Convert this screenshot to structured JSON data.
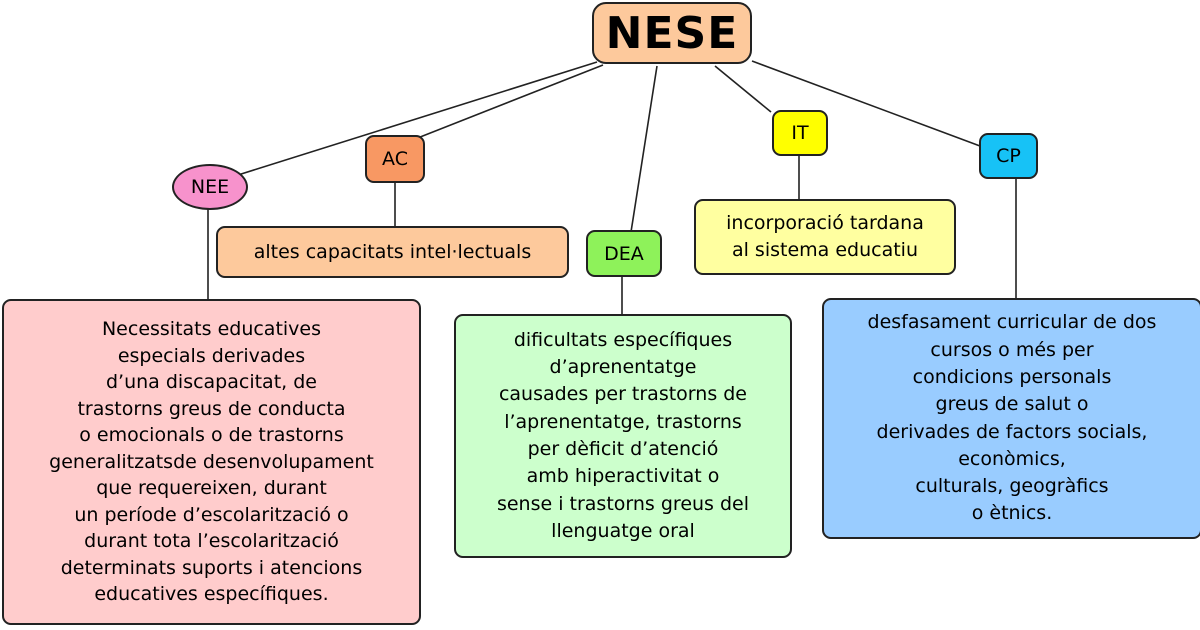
{
  "root": {
    "label": "NESE"
  },
  "nodes": {
    "nee": {
      "label": "NEE"
    },
    "ac": {
      "label": "AC"
    },
    "it": {
      "label": "IT"
    },
    "cp": {
      "label": "CP"
    },
    "dea": {
      "label": "DEA"
    }
  },
  "descriptions": {
    "ac": [
      "altes capacitats intel·lectuals"
    ],
    "it": [
      "incorporació tardana",
      "al sistema educatiu"
    ],
    "nee": [
      "Necessitats educatives",
      "especials derivades",
      "d’una discapacitat, de",
      "trastorns greus de conducta",
      "o emocionals o de trastorns",
      "generalitzatsde desenvolupament",
      "que requereixen, durant",
      "un període d’escolarització o",
      "durant tota l’escolarització",
      "determinats suports i atencions",
      "educatives específiques."
    ],
    "dea": [
      "dificultats específiques",
      "d’aprenentatge",
      "causades per trastorns de",
      "l’aprenentatge, trastorns",
      "per dèficit d’atenció",
      "amb hiperactivitat o",
      "sense i trastorns greus del",
      "llenguatge oral"
    ],
    "cp": [
      "desfasament curricular de dos",
      "cursos o més per",
      "condicions personals",
      "greus de salut o",
      "derivades de factors socials,",
      "econòmics,",
      "culturals, geogràfics",
      "o ètnics."
    ]
  },
  "colors": {
    "root": "#FDC99C",
    "nee": "#F792CC",
    "ac": "#F89863",
    "it": "#FFFF00",
    "cp": "#17C2F6",
    "dea": "#8EF25A",
    "nee_desc": "#FFCCCC",
    "ac_desc": "#FDC99C",
    "it_desc": "#FFFFA0",
    "dea_desc": "#CCFFCC",
    "cp_desc": "#99CCFF",
    "connector": "#222222"
  }
}
